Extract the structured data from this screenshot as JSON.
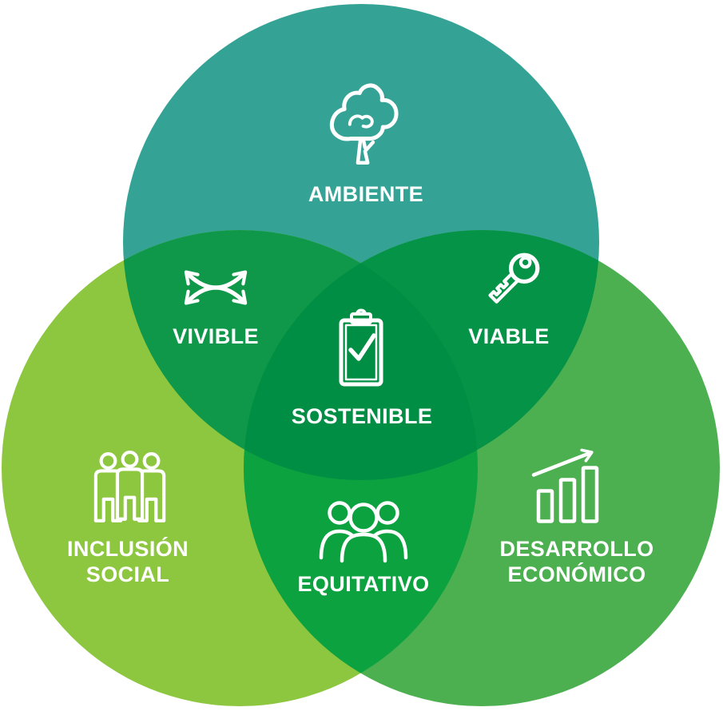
{
  "diagram": {
    "type": "venn",
    "title": "Sustainability Venn diagram",
    "circle_count": 3
  },
  "labels": {
    "ambiente": "AMBIENTE",
    "vivible": "VIVIBLE",
    "viable": "VIABLE",
    "sostenible": "SOSTENIBLE",
    "equitativo": "EQUITATIVO",
    "inclusion_line1": "INCLUSIÓN",
    "inclusion_line2": "SOCIAL",
    "desarrollo_line1": "DESARROLLO",
    "desarrollo_line2": "ECONÓMICO"
  },
  "colors": {
    "background": "#ffffff",
    "text": "#ffffff",
    "ambiente": "#34A395",
    "inclusion_social": "#8DC63F",
    "desarrollo_economico": "#4CAF50",
    "vivible": "#0F9849",
    "viable": "#049347",
    "equitativo": "#0CA23F",
    "sostenible": "#008E44"
  },
  "icons": {
    "ambiente": "tree-icon",
    "vivible": "crossed-arrows-icon",
    "viable": "key-icon",
    "sostenible": "clipboard-check-icon",
    "equitativo": "people-group-icon",
    "inclusion_social": "three-people-standing-icon",
    "desarrollo_economico": "bar-chart-growth-arrow-icon"
  }
}
